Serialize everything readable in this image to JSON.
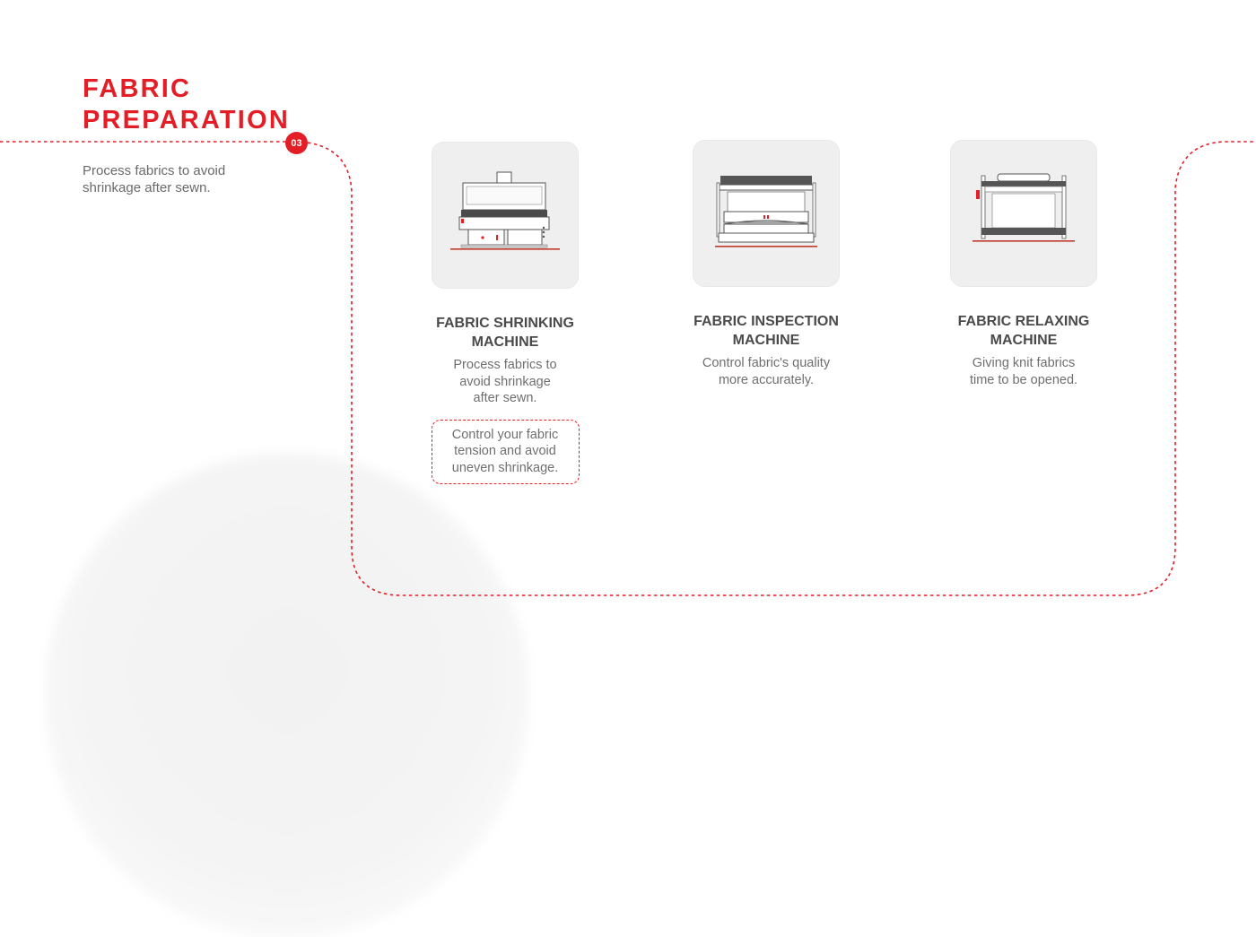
{
  "section": {
    "title": "FABRIC\nPREPARATION",
    "number": "03",
    "description": "Process fabrics to avoid shrinkage after sewn."
  },
  "accent_color": "#e31e26",
  "machines": [
    {
      "title": "FABRIC SHRINKING\nMACHINE",
      "description": "Process fabrics to\navoid shrinkage\nafter sewn.",
      "note": "Control your fabric\ntension and avoid\nuneven shrinkage.",
      "icon": "fabric-shrinking-machine-icon"
    },
    {
      "title": "FABRIC INSPECTION\nMACHINE",
      "description": "Control fabric's quality\nmore accurately.",
      "icon": "fabric-inspection-machine-icon"
    },
    {
      "title": "FABRIC RELAXING\nMACHINE",
      "description": "Giving knit fabrics\ntime to be opened.",
      "icon": "fabric-relaxing-machine-icon"
    }
  ]
}
